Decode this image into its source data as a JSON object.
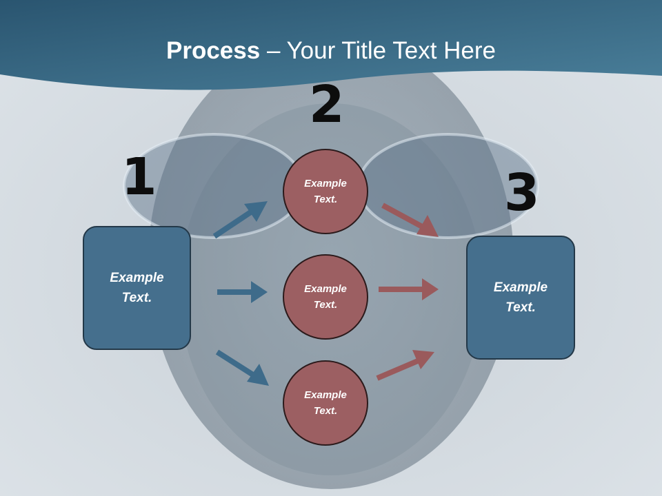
{
  "title": {
    "bold": "Process",
    "rest": " – Your Title Text Here"
  },
  "steps": {
    "one": {
      "number": "1",
      "box_text": "Example Text."
    },
    "two": {
      "number": "2",
      "circles": [
        {
          "text": "Example Text."
        },
        {
          "text": "Example Text."
        },
        {
          "text": "Example Text."
        }
      ]
    },
    "three": {
      "number": "3",
      "box_text": "Example Text."
    }
  },
  "colors": {
    "header": "#2f5c77",
    "box_fill": "#456f8d",
    "circle_fill": "#9c5f62",
    "arrow_blue": "#3e6b8a",
    "arrow_red": "#9a5a5c"
  }
}
